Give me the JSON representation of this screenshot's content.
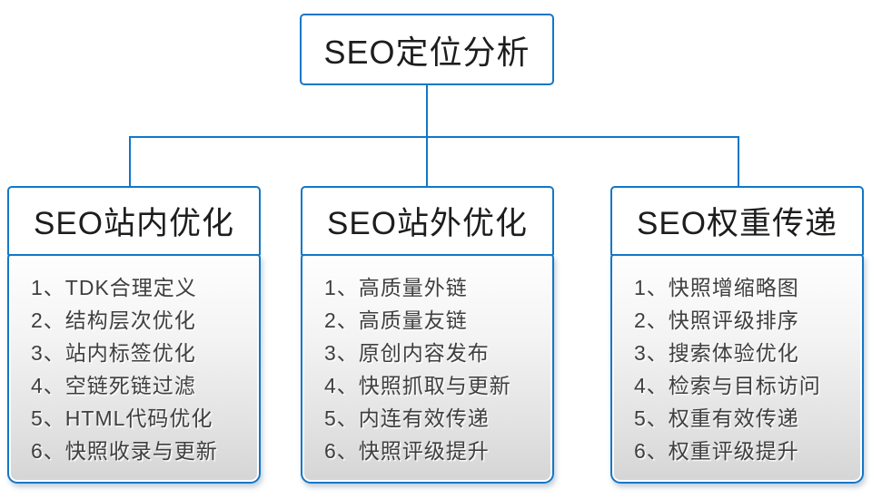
{
  "colors": {
    "accent": "#1277c8"
  },
  "diagram": {
    "root": {
      "label": "SEO定位分析"
    },
    "branches": [
      {
        "title": "SEO站内优化",
        "items": [
          "1、TDK合理定义",
          "2、结构层次优化",
          "3、站内标签优化",
          "4、空链死链过滤",
          "5、HTML代码优化",
          "6、快照收录与更新"
        ]
      },
      {
        "title": "SEO站外优化",
        "items": [
          "1、高质量外链",
          "2、高质量友链",
          "3、原创内容发布",
          "4、快照抓取与更新",
          "5、内连有效传递",
          "6、快照评级提升"
        ]
      },
      {
        "title": "SEO权重传递",
        "items": [
          "1、快照增缩略图",
          "2、快照评级排序",
          "3、搜索体验优化",
          "4、检索与目标访问",
          "5、权重有效传递",
          "6、权重评级提升"
        ]
      }
    ]
  }
}
